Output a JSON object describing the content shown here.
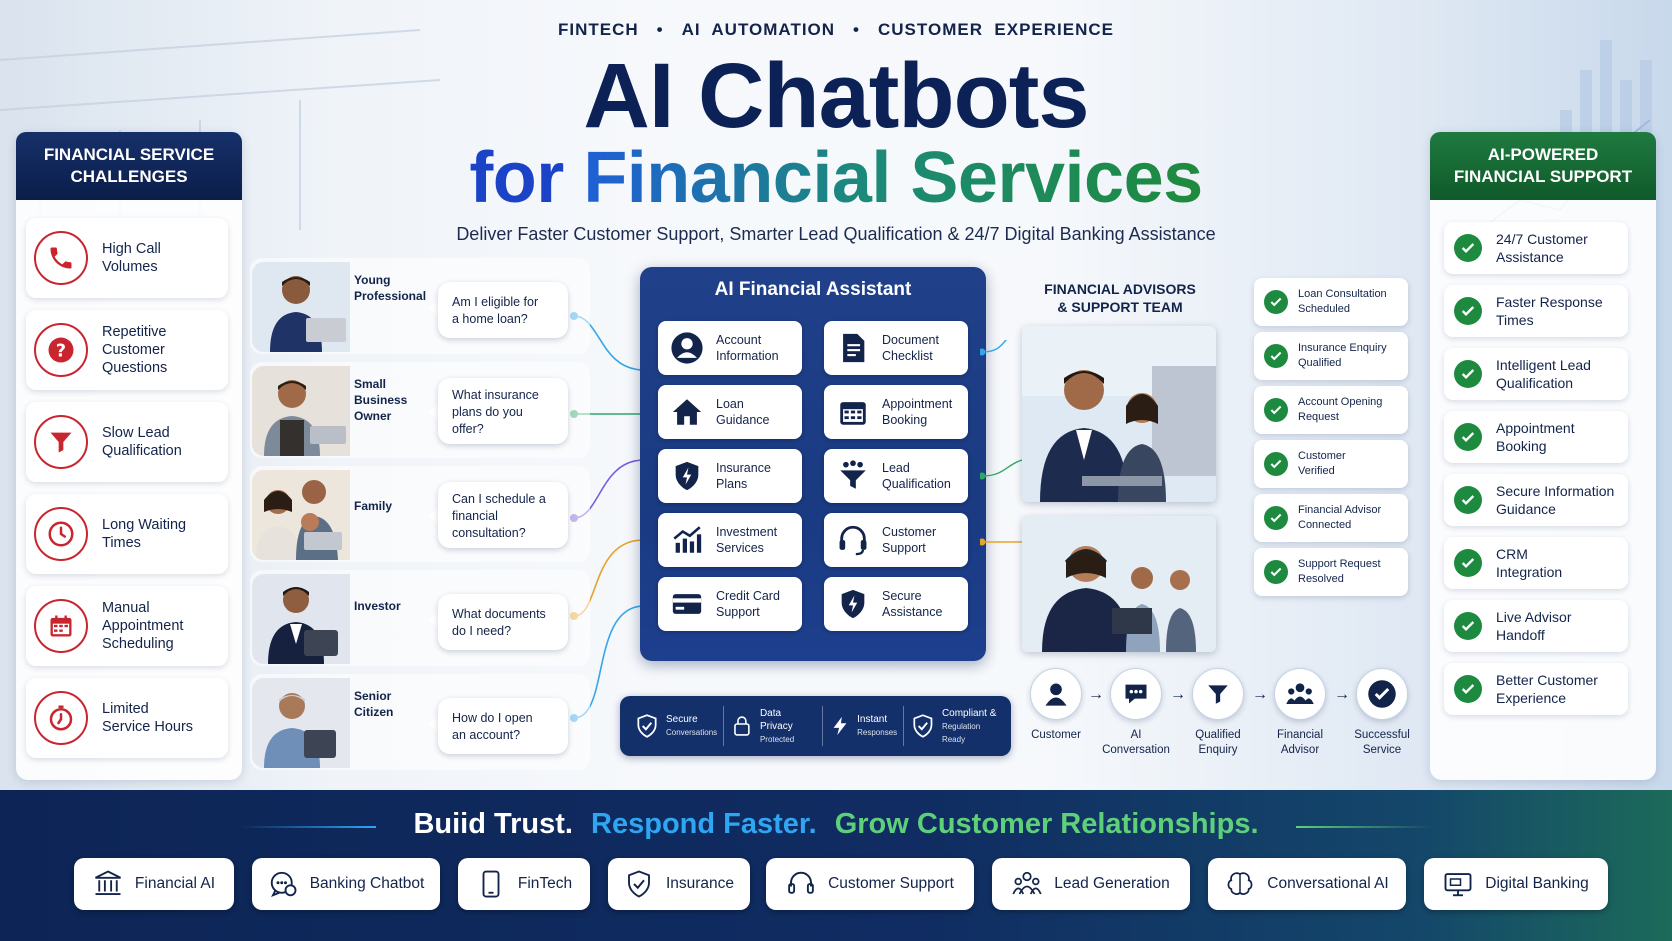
{
  "header": {
    "tags": [
      "FINTECH",
      "AI  AUTOMATION",
      "CUSTOMER  EXPERIENCE"
    ],
    "separator": "•",
    "title_line1": "AI Chatbots",
    "title_line2_part1": "for",
    "title_line2_part2": "Financial Services",
    "subtitle": "Deliver Faster Customer Support, Smarter Lead Qualification & 24/7 Digital Banking Assistance"
  },
  "challenges": {
    "title_line1": "FINANCIAL SERVICE",
    "title_line2": "CHALLENGES",
    "items": [
      {
        "line1": "High Call",
        "line2": "Volumes",
        "line3": "",
        "icon": "phone-icon"
      },
      {
        "line1": "Repetitive",
        "line2": "Customer",
        "line3": "Questions",
        "icon": "question-icon"
      },
      {
        "line1": "Slow Lead",
        "line2": "Qualification",
        "line3": "",
        "icon": "funnel-icon"
      },
      {
        "line1": "Long Waiting",
        "line2": "Times",
        "line3": "",
        "icon": "clock-icon"
      },
      {
        "line1": "Manual",
        "line2": "Appointment",
        "line3": "Scheduling",
        "icon": "calendar-icon"
      },
      {
        "line1": "Limited",
        "line2": "Service Hours",
        "line3": "",
        "icon": "stopwatch-icon"
      }
    ]
  },
  "personas": [
    {
      "line1": "Young",
      "line2": "Professional",
      "q1": "Am I eligible for",
      "q2": "a home loan?",
      "q3": ""
    },
    {
      "line1": "Small Business",
      "line2": "Owner",
      "q1": "What insurance",
      "q2": "plans do you",
      "q3": "offer?"
    },
    {
      "line1": "Family",
      "line2": "",
      "q1": "Can I schedule a",
      "q2": "financial",
      "q3": "consultation?"
    },
    {
      "line1": "Investor",
      "line2": "",
      "q1": "What documents",
      "q2": "do I need?",
      "q3": ""
    },
    {
      "line1": "Senior",
      "line2": "Citizen",
      "q1": "How do I open",
      "q2": "an account?",
      "q3": ""
    }
  ],
  "assistant": {
    "title": "AI Financial Assistant",
    "services": [
      {
        "line1": "Account",
        "line2": "Information",
        "icon": "user-icon"
      },
      {
        "line1": "Document",
        "line2": "Checklist",
        "icon": "document-icon"
      },
      {
        "line1": "Loan",
        "line2": "Guidance",
        "icon": "home-icon"
      },
      {
        "line1": "Appointment",
        "line2": "Booking",
        "icon": "calendar-icon"
      },
      {
        "line1": "Insurance",
        "line2": "Plans",
        "icon": "shield-icon"
      },
      {
        "line1": "Lead",
        "line2": "Qualification",
        "icon": "funnel-icon"
      },
      {
        "line1": "Investment",
        "line2": "Services",
        "icon": "chart-icon"
      },
      {
        "line1": "Customer",
        "line2": "Support",
        "icon": "headset-icon"
      },
      {
        "line1": "Credit Card",
        "line2": "Support",
        "icon": "card-icon"
      },
      {
        "line1": "Secure",
        "line2": "Assistance",
        "icon": "shield-bolt-icon"
      }
    ]
  },
  "trust": [
    {
      "line1": "Secure",
      "line2": "Conversations"
    },
    {
      "line1": "Data Privacy",
      "line2": "Protected"
    },
    {
      "line1": "Instant",
      "line2": "Responses"
    },
    {
      "line1": "Compliant &",
      "line2": "Regulation Ready"
    }
  ],
  "team": {
    "title_line1": "FINANCIAL ADVISORS",
    "title_line2": "& SUPPORT TEAM",
    "statuses": [
      {
        "line1": "Loan Consultation",
        "line2": "Scheduled"
      },
      {
        "line1": "Insurance Enquiry",
        "line2": "Qualified"
      },
      {
        "line1": "Account Opening",
        "line2": "Request"
      },
      {
        "line1": "Customer",
        "line2": "Verified"
      },
      {
        "line1": "Financial Advisor",
        "line2": "Connected"
      },
      {
        "line1": "Support Request",
        "line2": "Resolved"
      }
    ],
    "flow": [
      {
        "line1": "Customer",
        "line2": ""
      },
      {
        "line1": "AI",
        "line2": "Conversation"
      },
      {
        "line1": "Qualified",
        "line2": "Enquiry"
      },
      {
        "line1": "Financial",
        "line2": "Advisor"
      },
      {
        "line1": "Successful",
        "line2": "Service"
      }
    ]
  },
  "benefits": {
    "title_line1": "AI-POWERED",
    "title_line2": "FINANCIAL SUPPORT",
    "items": [
      {
        "line1": "24/7 Customer",
        "line2": "Assistance"
      },
      {
        "line1": "Faster Response",
        "line2": "Times"
      },
      {
        "line1": "Intelligent Lead",
        "line2": "Qualification"
      },
      {
        "line1": "Appointment",
        "line2": "Booking"
      },
      {
        "line1": "Secure Information",
        "line2": "Guidance"
      },
      {
        "line1": "CRM",
        "line2": "Integration"
      },
      {
        "line1": "Live Advisor",
        "line2": "Handoff"
      },
      {
        "line1": "Better Customer",
        "line2": "Experience"
      }
    ]
  },
  "footer": {
    "slogan1": "Buiid Trust.",
    "slogan2": "Respond Faster.",
    "slogan3": "Grow Customer Relationships.",
    "pills": [
      "Financial AI",
      "Banking Chatbot",
      "FinTech",
      "Insurance",
      "Customer Support",
      "Lead Generation",
      "Conversational AI",
      "Digital Banking"
    ]
  },
  "colors": {
    "navy": "#0c2257",
    "blue": "#1a43c8",
    "green": "#1d8a3f",
    "red": "#c9252e"
  }
}
